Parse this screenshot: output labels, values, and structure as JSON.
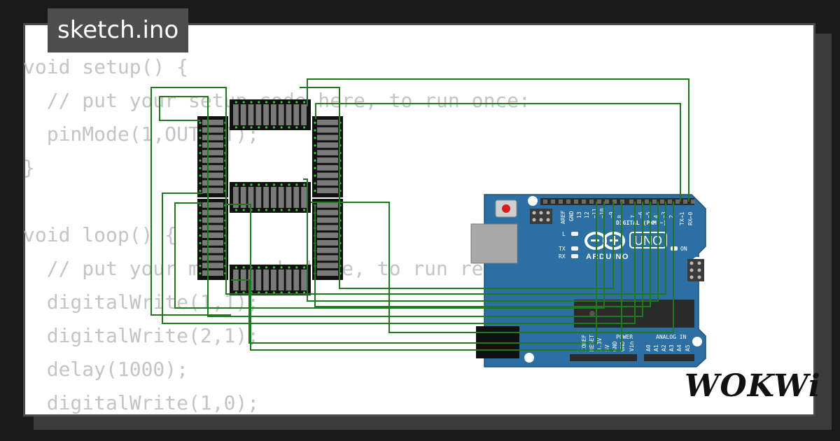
{
  "header": {
    "filename": "sketch.ino"
  },
  "editor": {
    "lines": [
      "void setup() {",
      "  // put your setup code here, to run once:",
      "  pinMode(1,OUTPUT);",
      "}",
      "",
      "void loop() {",
      "  // put your main code here, to run repeatedly:",
      "  digitalWrite(1,1);",
      "  digitalWrite(2,1);",
      "  delay(1000);",
      "  digitalWrite(1,0);"
    ]
  },
  "board": {
    "name": "ARDUINO",
    "model": "UNO",
    "labels": {
      "aref": "AREF",
      "gnd": "GND",
      "d13": "13",
      "d12": "12",
      "d11": "~11",
      "d10": "~10",
      "d9": "~9",
      "d8": "8",
      "d7": "7",
      "d6": "~6",
      "d5": "~5",
      "d4": "4",
      "d3": "~3",
      "d2": "2",
      "tx1": "TX→1",
      "rx0": "RX←0",
      "digital": "DIGITAL (PWM ~)",
      "l": "L",
      "tx": "TX",
      "rx": "RX",
      "on": "ON",
      "ioref": "IOREF",
      "reset": "RESET",
      "v33": "3.3V",
      "v5": "5V",
      "gnd1": "GND",
      "gnd2": "GND",
      "vin": "Vin",
      "power": "POWER",
      "analog_in": "ANALOG IN",
      "a0": "A0",
      "a1": "A1",
      "a2": "A2",
      "a3": "A3",
      "a4": "A4",
      "a5": "A5"
    }
  },
  "brand": {
    "logo": "WOKWi"
  },
  "colors": {
    "wire": "#1f7a1f",
    "board": "#2c6fa3",
    "segment": "#111111",
    "led_off": "#7a7a7a",
    "code_text": "#c4c4c4"
  }
}
